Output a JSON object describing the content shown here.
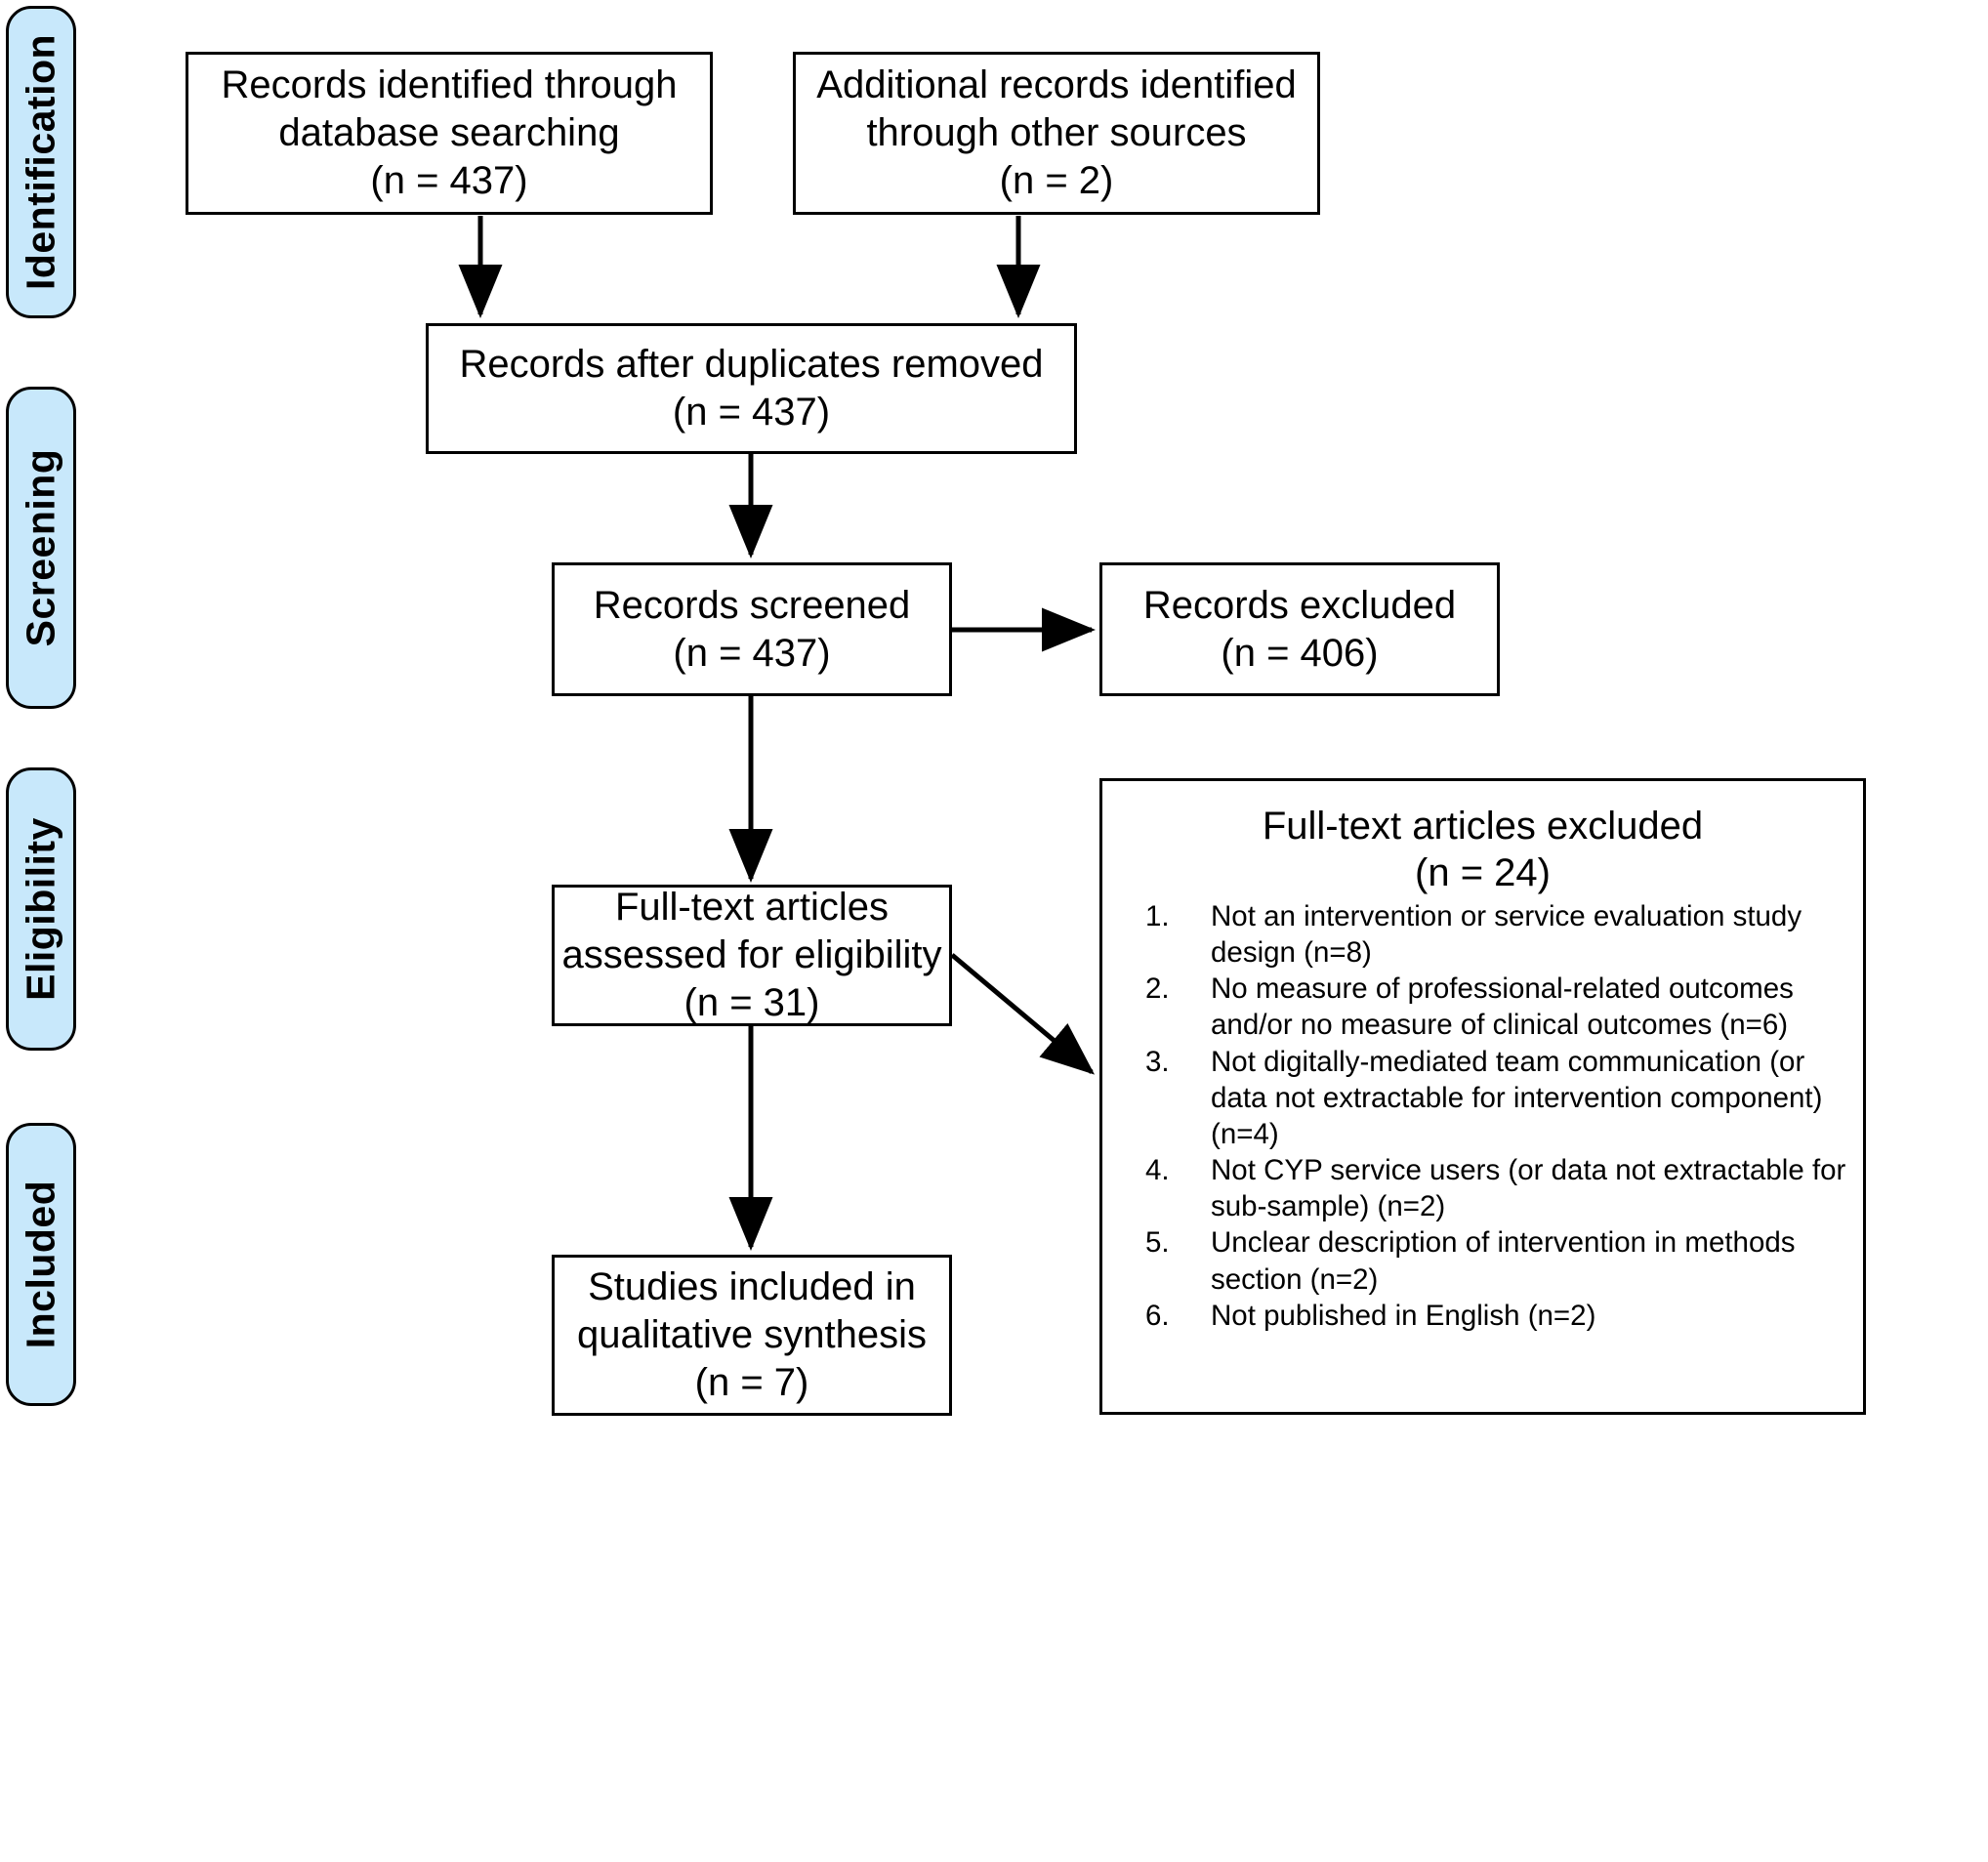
{
  "diagram": {
    "type": "prisma-flow-diagram",
    "colors": {
      "stage_pill_fill": "#c8e8fb",
      "stage_pill_border": "#000000",
      "box_fill": "#ffffff",
      "box_border": "#000000",
      "arrow": "#000000",
      "text": "#000000"
    }
  },
  "stages": [
    {
      "label": "Identification"
    },
    {
      "label": "Screening"
    },
    {
      "label": "Eligibility"
    },
    {
      "label": "Included"
    }
  ],
  "boxes": {
    "db_search": {
      "line1": "Records identified through",
      "line2": "database searching",
      "line3": "(n = 437)"
    },
    "other_sources": {
      "line1": "Additional records identified",
      "line2": "through other sources",
      "line3": "(n = 2)"
    },
    "after_duplicates": {
      "line1": "Records after duplicates removed",
      "line2": "(n = 437)"
    },
    "records_screened": {
      "line1": "Records screened",
      "line2": "(n = 437)"
    },
    "records_excluded": {
      "line1": "Records excluded",
      "line2": "(n = 406)"
    },
    "fulltext_assessed": {
      "line1": "Full-text articles",
      "line2": "assessed for eligibility",
      "line3": "(n = 31)"
    },
    "studies_included": {
      "line1": "Studies included in",
      "line2": "qualitative synthesis",
      "line3": "(n = 7)"
    },
    "fulltext_excluded": {
      "title_line1": "Full-text articles excluded",
      "title_line2": "(n = 24)",
      "reasons": [
        {
          "num": "1.",
          "text": "Not an intervention or service evaluation study design (n=8)"
        },
        {
          "num": "2.",
          "text": "No measure of professional-related outcomes and/or no measure of clinical outcomes (n=6)"
        },
        {
          "num": "3.",
          "text": "Not digitally-mediated team communication (or data not extractable for intervention component) (n=4)"
        },
        {
          "num": "4.",
          "text": "Not CYP service users (or data not extractable for sub-sample) (n=2)"
        },
        {
          "num": "5.",
          "text": "Unclear description of intervention in methods section (n=2)"
        },
        {
          "num": "6.",
          "text": "Not published in English (n=2)"
        }
      ]
    }
  },
  "flow_data": {
    "records_database_searching": 437,
    "records_other_sources": 2,
    "records_after_duplicates": 437,
    "records_screened": 437,
    "records_excluded": 406,
    "fulltext_assessed": 31,
    "fulltext_excluded": 24,
    "studies_included": 7,
    "exclusion_counts": [
      8,
      6,
      4,
      2,
      2,
      2
    ]
  }
}
